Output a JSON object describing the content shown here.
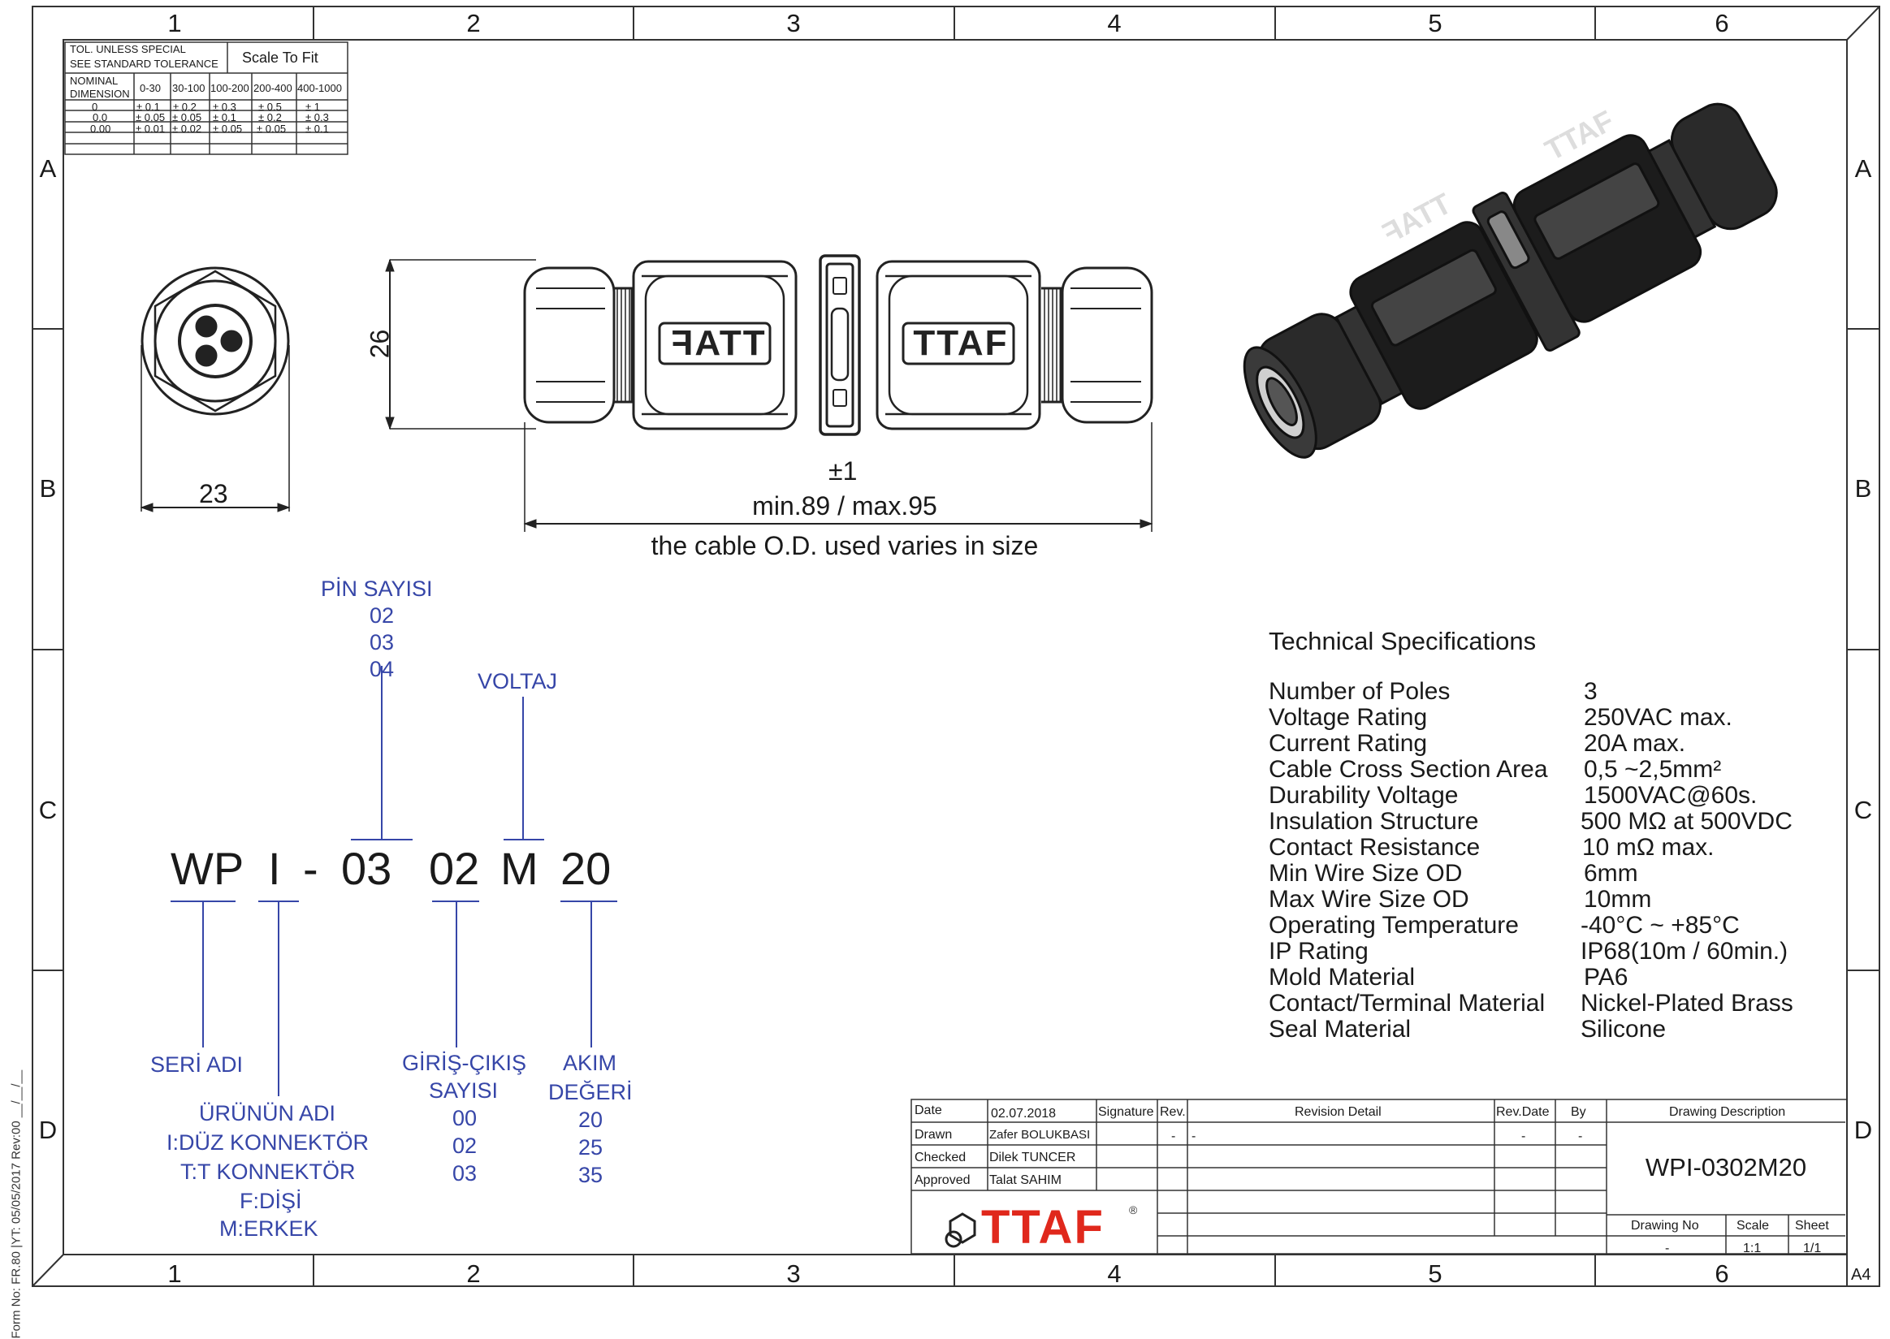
{
  "frame": {
    "columns": [
      "1",
      "2",
      "3",
      "4",
      "5",
      "6"
    ],
    "rows": [
      "A",
      "B",
      "C",
      "D"
    ],
    "sheet_size": "A4",
    "form_note": "Form No: FR.80 |YT: 05/05/2017 Rev:00  __/__/__"
  },
  "tolerance": {
    "header_left": "TOL. UNLESS SPECIAL",
    "header_left2": "SEE STANDARD TOLERANCE",
    "scale_note": "Scale To Fit",
    "nominal": "NOMINAL",
    "dimension": "DIMENSION",
    "ranges": [
      "0-30",
      "30-100",
      "100-200",
      "200-400",
      "400-1000"
    ],
    "rows": [
      {
        "label": "0",
        "values": [
          "± 0.1",
          "± 0.2",
          "± 0.3",
          "± 0.5",
          "± 1"
        ]
      },
      {
        "label": "0.0",
        "values": [
          "± 0.05",
          "± 0.05",
          "± 0.1",
          "± 0.2",
          "± 0.3"
        ]
      },
      {
        "label": "0.00",
        "values": [
          "± 0.01",
          "± 0.02",
          "± 0.05",
          "± 0.05",
          "± 0.1"
        ]
      }
    ]
  },
  "dimensions": {
    "width_front": "23",
    "height_side": "26",
    "tolerance": "±1",
    "length": "min.89 / max.95",
    "cable_note": "the cable O.D. used varies in size"
  },
  "product_logo": "TTAF",
  "code": {
    "parts": [
      "WP",
      "I",
      "-",
      "03",
      "02",
      "M",
      "20"
    ],
    "pin_title": "PİN SAYISI",
    "pin_options": [
      "02",
      "03",
      "04"
    ],
    "voltage_title": "VOLTAJ",
    "series_label": "SERİ ADI",
    "product_title": "ÜRÜNÜN ADI",
    "product_options": [
      "I:DÜZ KONNEKTÖR",
      "T:T KONNEKTÖR",
      "F:DİŞİ",
      "M:ERKEK"
    ],
    "io_title_1": "GİRİŞ-ÇIKIŞ",
    "io_title_2": "SAYISI",
    "io_options": [
      "00",
      "02",
      "03"
    ],
    "current_title_1": "AKIM",
    "current_title_2": "DEĞERİ",
    "current_options": [
      "20",
      "25",
      "35"
    ]
  },
  "specs": {
    "title": "Technical Specifications",
    "items": [
      {
        "label": "Number of Poles",
        "value": "3"
      },
      {
        "label": "Voltage Rating",
        "value": "250VAC max."
      },
      {
        "label": "Current Rating",
        "value": "20A max."
      },
      {
        "label": "Cable Cross Section Area",
        "value": "0,5 ~2,5mm²"
      },
      {
        "label": "Durability Voltage",
        "value": "1500VAC@60s."
      },
      {
        "label": "Insulation Structure",
        "value": "500 MΩ at 500VDC"
      },
      {
        "label": "Contact Resistance",
        "value": "10 mΩ max."
      },
      {
        "label": "Min Wire Size OD",
        "value": "6mm"
      },
      {
        "label": "Max Wire Size OD",
        "value": "10mm"
      },
      {
        "label": "Operating Temperature",
        "value": "-40°C ~ +85°C"
      },
      {
        "label": "IP Rating",
        "value": "IP68(10m / 60min.)"
      },
      {
        "label": "Mold Material",
        "value": "PA6"
      },
      {
        "label": "Contact/Terminal Material",
        "value": "Nickel-Plated Brass"
      },
      {
        "label": "Seal Material",
        "value": "Silicone"
      }
    ]
  },
  "title_block": {
    "date_label": "Date",
    "date_value": "02.07.2018",
    "drawn_label": "Drawn",
    "drawn_value": "Zafer BOLUKBASI",
    "checked_label": "Checked",
    "checked_value": "Dilek TUNCER",
    "approved_label": "Approved",
    "approved_value": "Talat SAHIM",
    "signature_label": "Signature",
    "rev_label": "Rev.",
    "revision_detail_label": "Revision Detail",
    "rev_date_label": "Rev.Date",
    "by_label": "By",
    "drawing_description_label": "Drawing Description",
    "drawing_description": "WPI-0302M20",
    "drawing_no_label": "Drawing No",
    "scale_label": "Scale",
    "sheet_label": "Sheet",
    "drawing_no_value": "-",
    "scale_value": "1:1",
    "sheet_value": "1/1",
    "dash": "-",
    "logo_text": "TTAF",
    "logo_mark": "®"
  }
}
